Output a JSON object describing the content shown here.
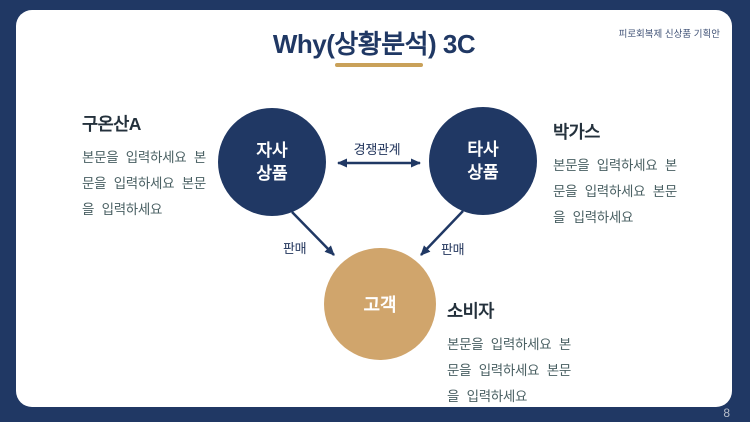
{
  "slide": {
    "title": "Why(상황분석) 3C",
    "caption": "피로회복제 신상품 기획안",
    "page_number": "8"
  },
  "colors": {
    "navy": "#203864",
    "gold_circle": "#d0a56c",
    "underline_gold": "#c9a159",
    "heading_text": "#24313c",
    "body_text": "#4a6063"
  },
  "nodes": {
    "own_product": {
      "line1": "자사",
      "line2": "상품"
    },
    "other_product": {
      "line1": "타사",
      "line2": "상품"
    },
    "customer": {
      "label": "고객"
    }
  },
  "edges": {
    "competition_label": "경쟁관계",
    "sale_left_label": "판매",
    "sale_right_label": "판매"
  },
  "blocks": {
    "left": {
      "heading": "구온산A",
      "lines": [
        "본문을 입력하세요 본",
        "문을 입력하세요 본문",
        "을 입력하세요"
      ]
    },
    "right": {
      "heading": "박가스",
      "lines": [
        "본문을 입력하세요 본",
        "문을 입력하세요 본문",
        "을 입력하세요"
      ]
    },
    "bottom": {
      "heading": "소비자",
      "lines": [
        "본문을 입력하세요 본",
        "문을 입력하세요 본문",
        "을 입력하세요"
      ]
    }
  }
}
